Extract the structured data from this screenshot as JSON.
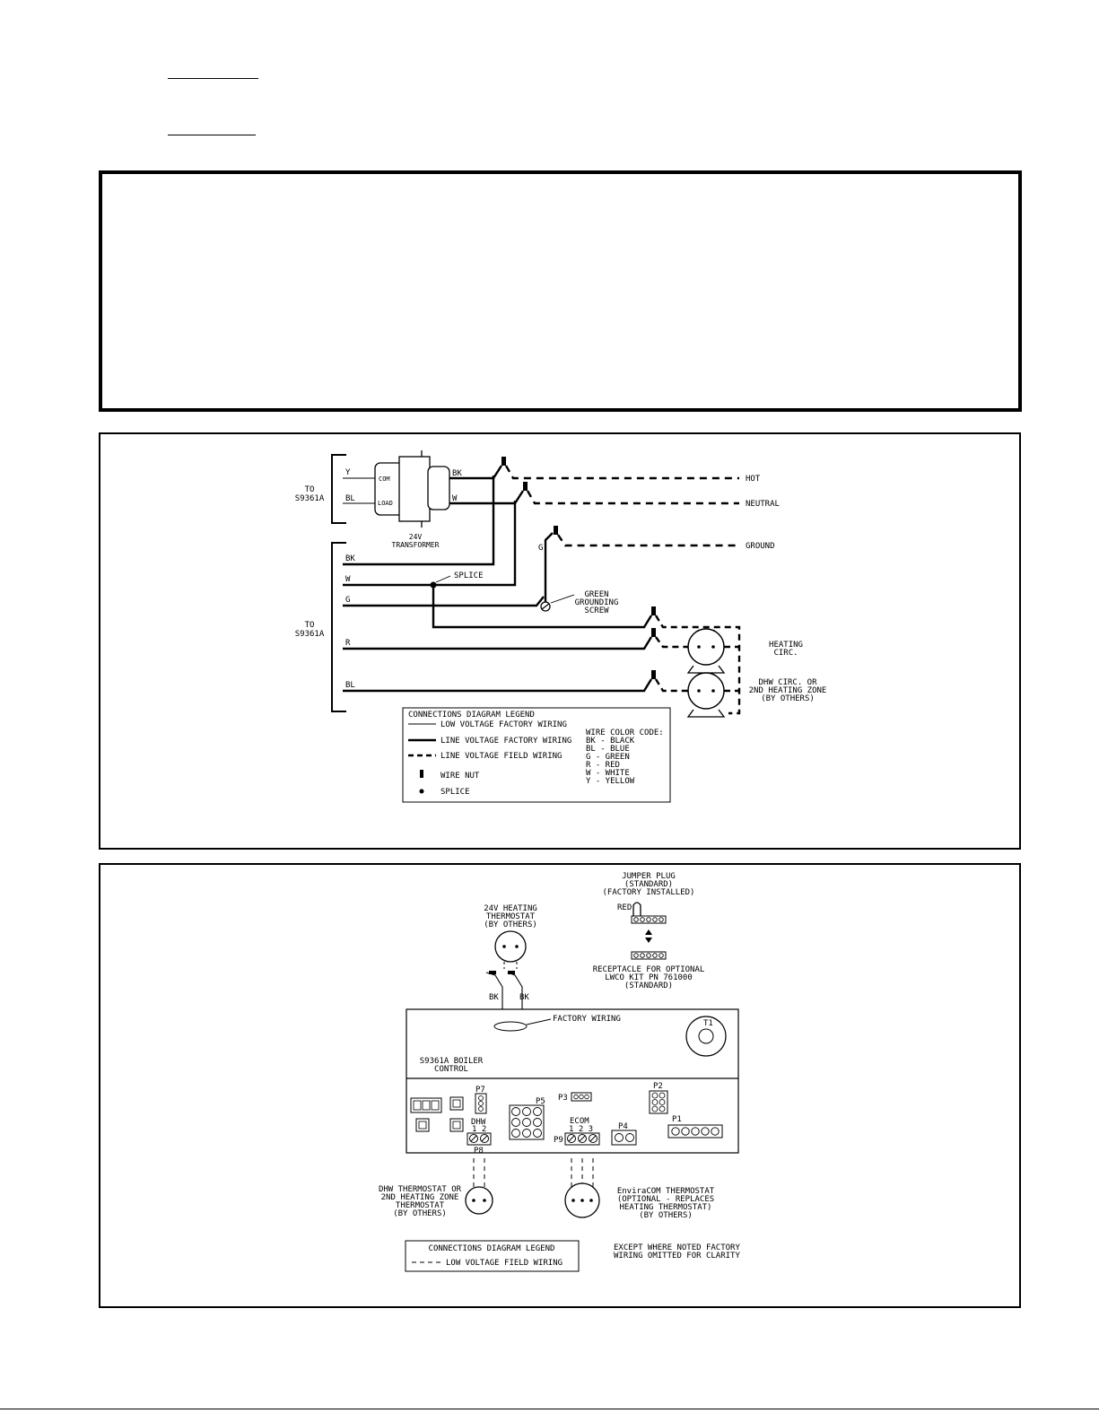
{
  "top_diagram": {
    "to_s9361a_upper": [
      "TO",
      "S9361A"
    ],
    "to_s9361a_lower": [
      "TO",
      "S9361A"
    ],
    "transformer": {
      "com": "COM",
      "load": "LOAD",
      "label": [
        "24V",
        "TRANSFORMER"
      ]
    },
    "wires_left_upper": {
      "y": "Y",
      "bl": "BL"
    },
    "wires_right_transformer": {
      "bk": "BK",
      "w": "W"
    },
    "wires_lower": {
      "bk": "BK",
      "w": "W",
      "g": "G",
      "r": "R",
      "bl": "BL"
    },
    "ground_wire": "G",
    "splice": "SPLICE",
    "hot": "HOT",
    "neutral": "NEUTRAL",
    "ground": "GROUND",
    "grounding_screw": [
      "GREEN",
      "GROUNDING",
      "SCREW"
    ],
    "heating_circ": [
      "HEATING",
      "CIRC."
    ],
    "dhw_circ": [
      "DHW CIRC. OR",
      "2ND HEATING ZONE",
      "(BY OTHERS)"
    ],
    "legend": {
      "title": "CONNECTIONS DIAGRAM LEGEND",
      "low_voltage_factory": "LOW VOLTAGE FACTORY WIRING",
      "line_voltage_factory": "LINE VOLTAGE FACTORY WIRING",
      "line_voltage_field": "LINE VOLTAGE FIELD WIRING",
      "wire_nut": "WIRE NUT",
      "splice": "SPLICE",
      "color_code_title": "WIRE COLOR CODE:",
      "color_codes": [
        "BK - BLACK",
        "BL - BLUE",
        "G  - GREEN",
        "R  - RED",
        "W  - WHITE",
        "Y  - YELLOW"
      ]
    }
  },
  "bottom_diagram": {
    "jumper_plug": [
      "JUMPER PLUG",
      "(STANDARD)",
      "(FACTORY INSTALLED)"
    ],
    "red": "RED",
    "receptacle": [
      "RECEPTACLE FOR OPTIONAL",
      "LWCO KIT PN 761000",
      "(STANDARD)"
    ],
    "heating_thermostat": [
      "24V HEATING",
      "THERMOSTAT",
      "(BY OTHERS)"
    ],
    "bk_left": "BK",
    "bk_right": "BK",
    "factory_wiring": "FACTORY WIRING",
    "t1": "T1",
    "boiler_control": [
      "S9361A BOILER",
      "CONTROL"
    ],
    "p7": "P7",
    "p5": "P5",
    "p3": "P3",
    "p2": "P2",
    "p1": "P1",
    "p4": "P4",
    "p8": "P8",
    "p9": "P9",
    "dhw": "DHW",
    "dhw_pins": "1 2",
    "ecom": "ECOM",
    "ecom_pins": "1 2 3",
    "dhw_thermostat": [
      "DHW THERMOSTAT OR",
      "2ND HEATING ZONE",
      "THERMOSTAT",
      "(BY OTHERS)"
    ],
    "enviracom_thermostat": [
      "EnviraCOM THERMOSTAT",
      "(OPTIONAL - REPLACES",
      "HEATING THERMOSTAT)",
      "(BY OTHERS)"
    ],
    "legend": {
      "title": "CONNECTIONS DIAGRAM LEGEND",
      "low_voltage_field": "LOW VOLTAGE FIELD WIRING"
    },
    "note": [
      "EXCEPT WHERE NOTED FACTORY",
      "WIRING OMITTED FOR CLARITY"
    ]
  }
}
